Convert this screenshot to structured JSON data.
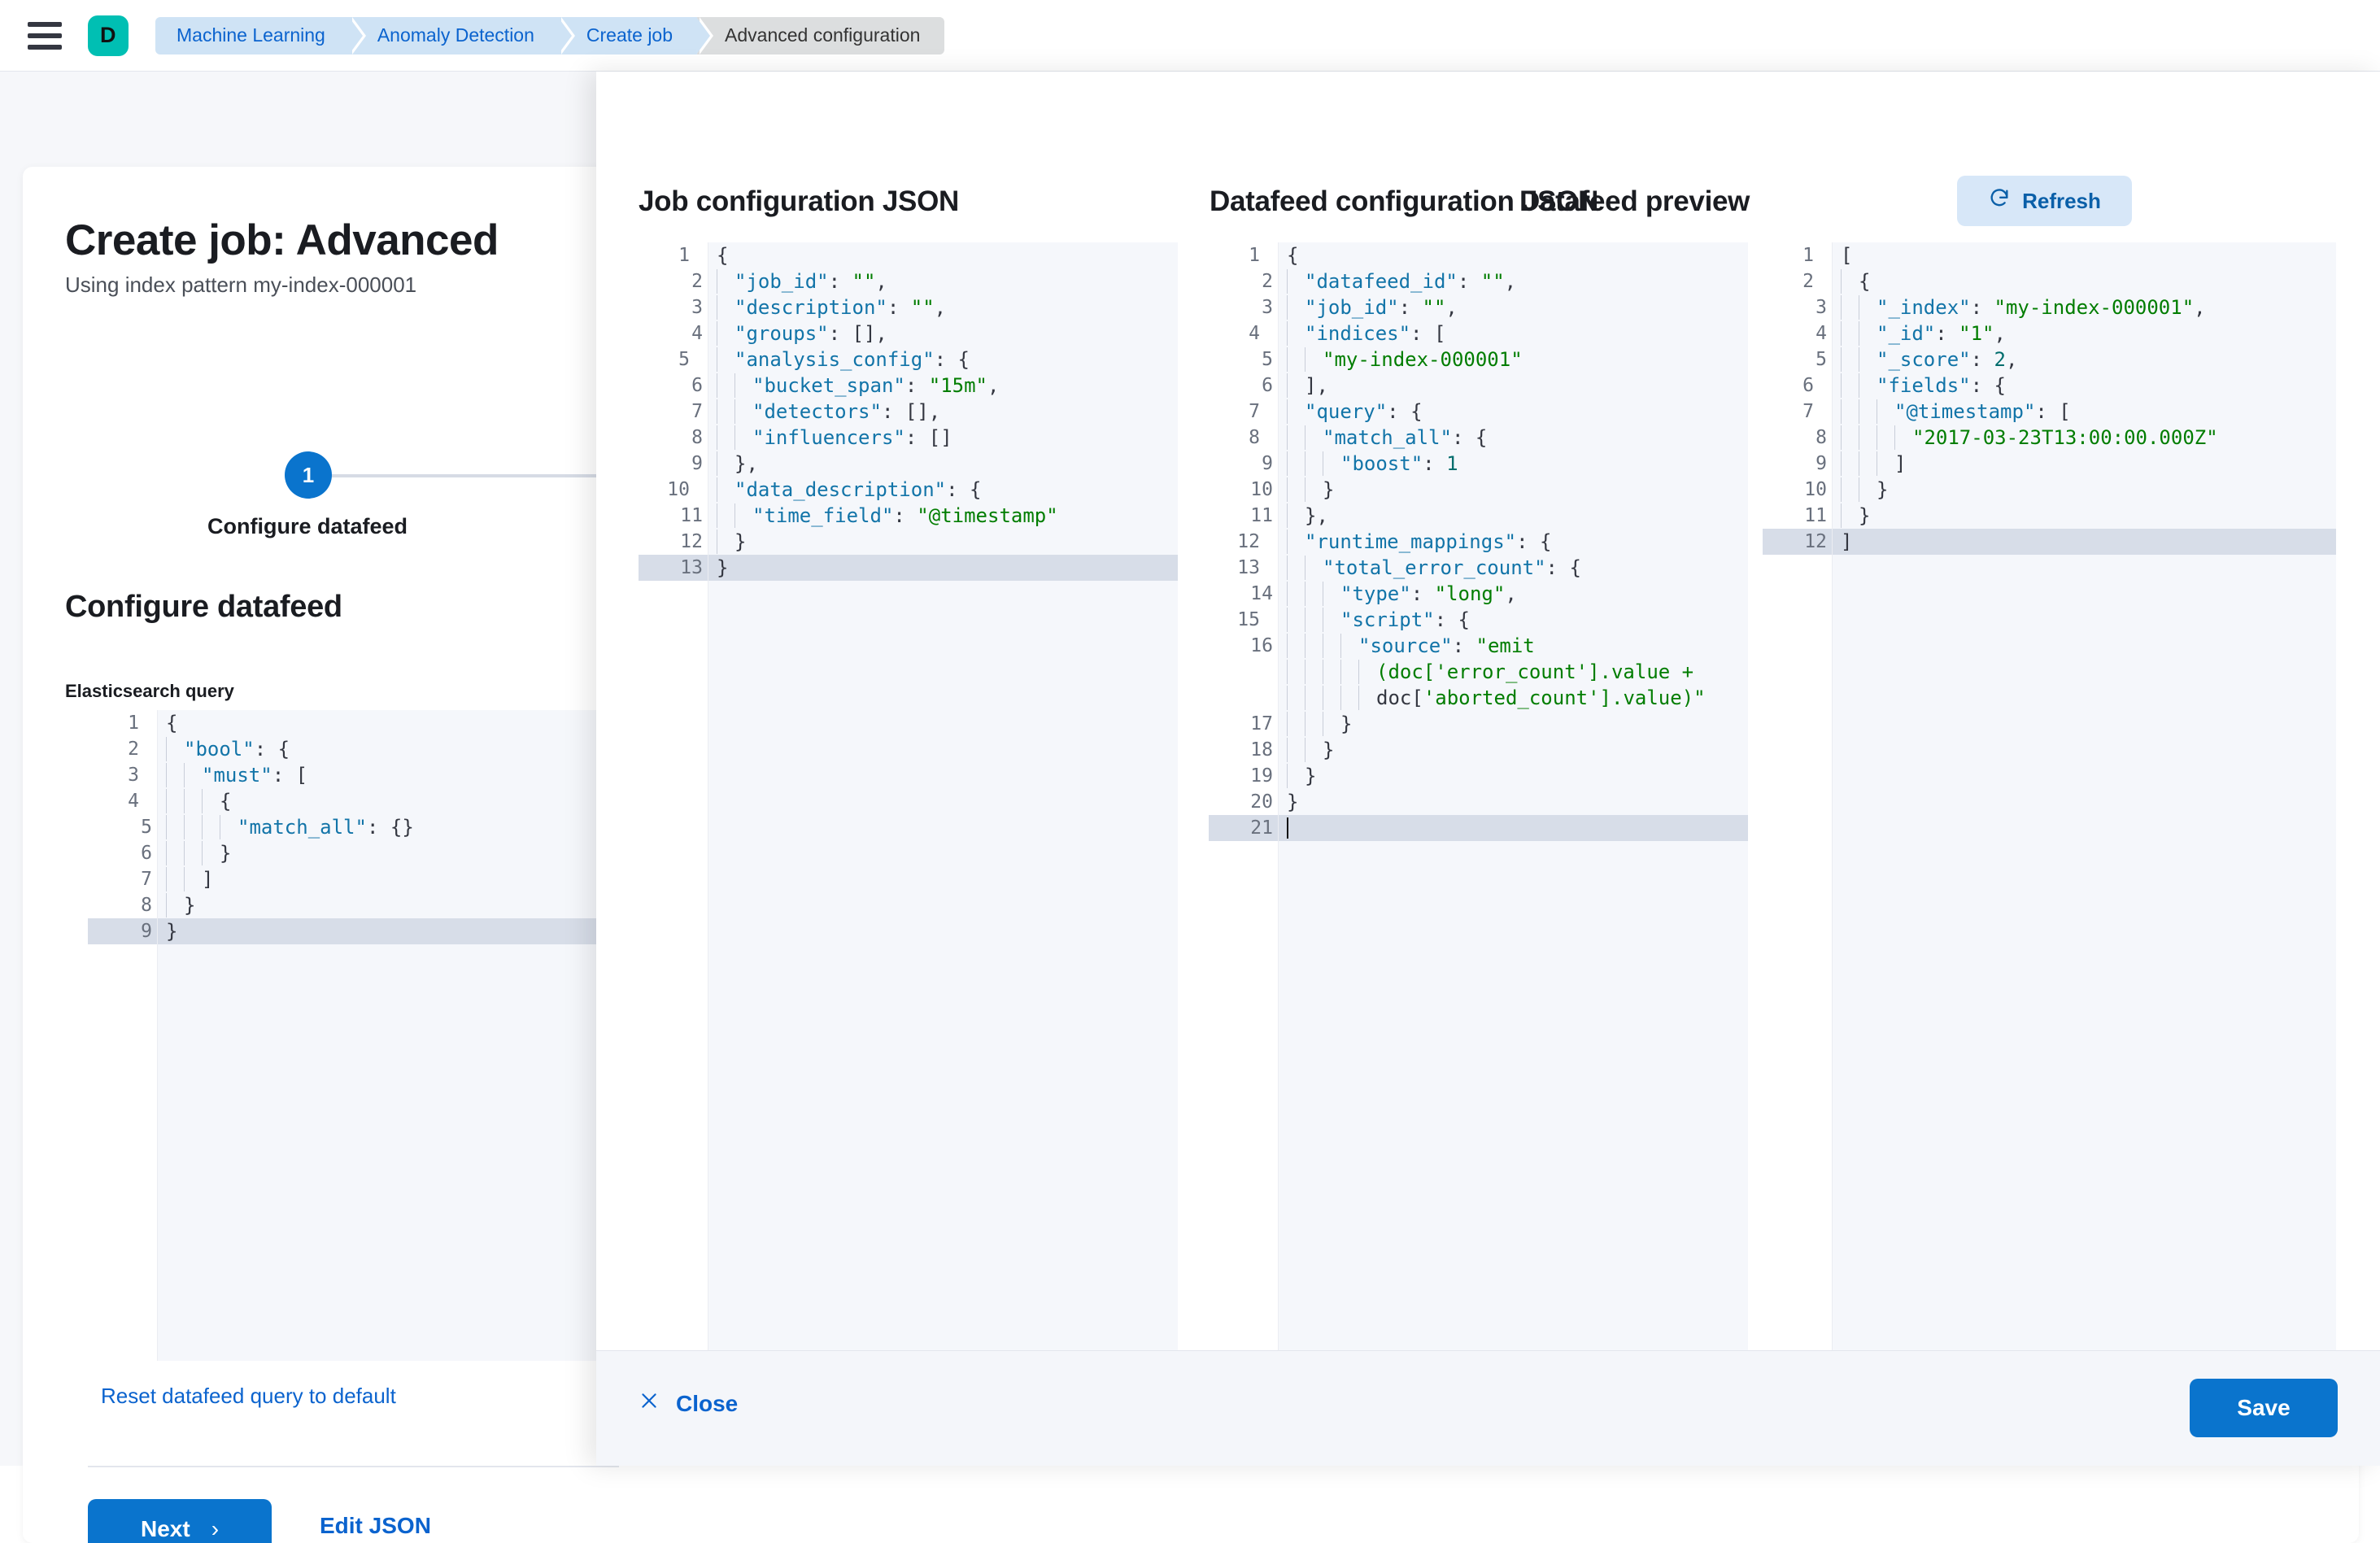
{
  "topbar": {
    "menu_icon": "hamburger-icon",
    "avatar_initial": "D",
    "breadcrumbs": [
      {
        "label": "Machine Learning",
        "active": false
      },
      {
        "label": "Anomaly Detection",
        "active": false
      },
      {
        "label": "Create job",
        "active": false
      },
      {
        "label": "Advanced configuration",
        "active": true
      }
    ]
  },
  "page": {
    "title": "Create job: Advanced",
    "subtitle": "Using index pattern my-index-000001",
    "step_number": "1",
    "step_label": "Configure datafeed",
    "section_title": "Configure datafeed",
    "query_label": "Elasticsearch query",
    "reset_link": "Reset datafeed query to default",
    "next_label": "Next",
    "next_chevron": "›",
    "edit_json_label": "Edit JSON"
  },
  "colors": {
    "accent_blue": "#0a74cd",
    "link_blue": "#0b63ce",
    "avatar_teal": "#00bfb3",
    "breadcrumb_blue": "#cfe3f5",
    "breadcrumb_gray": "#dcdedf",
    "editor_bg": "#f5f7fb",
    "active_line": "#d7dde8",
    "json_key": "#1274a8",
    "json_string": "#017d00",
    "json_number": "#016d6d"
  },
  "flyout": {
    "job_panel_title": "Job configuration JSON",
    "datafeed_panel_title": "Datafeed configuration JSON",
    "preview_panel_title": "Datafeed preview",
    "refresh_label": "Refresh",
    "refresh_icon": "refresh-icon",
    "close_label": "Close",
    "close_icon": "close-icon",
    "save_label": "Save"
  },
  "editors": {
    "elasticsearch_query": {
      "active_line": 9,
      "lines": [
        {
          "n": 1,
          "fold": true,
          "text": "{"
        },
        {
          "n": 2,
          "fold": true,
          "text": "  \"bool\": {"
        },
        {
          "n": 3,
          "fold": true,
          "text": "    \"must\": ["
        },
        {
          "n": 4,
          "fold": true,
          "text": "      {"
        },
        {
          "n": 5,
          "fold": false,
          "text": "        \"match_all\": {}"
        },
        {
          "n": 6,
          "fold": false,
          "text": "      }"
        },
        {
          "n": 7,
          "fold": false,
          "text": "    ]"
        },
        {
          "n": 8,
          "fold": false,
          "text": "  }"
        },
        {
          "n": 9,
          "fold": false,
          "text": "}"
        }
      ]
    },
    "job_configuration": {
      "active_line": 13,
      "lines": [
        {
          "n": 1,
          "fold": true,
          "text": "{"
        },
        {
          "n": 2,
          "fold": false,
          "text": "  \"job_id\": \"\","
        },
        {
          "n": 3,
          "fold": false,
          "text": "  \"description\": \"\","
        },
        {
          "n": 4,
          "fold": false,
          "text": "  \"groups\": [],"
        },
        {
          "n": 5,
          "fold": true,
          "text": "  \"analysis_config\": {"
        },
        {
          "n": 6,
          "fold": false,
          "text": "    \"bucket_span\": \"15m\","
        },
        {
          "n": 7,
          "fold": false,
          "text": "    \"detectors\": [],"
        },
        {
          "n": 8,
          "fold": false,
          "text": "    \"influencers\": []"
        },
        {
          "n": 9,
          "fold": false,
          "text": "  },"
        },
        {
          "n": 10,
          "fold": true,
          "text": "  \"data_description\": {"
        },
        {
          "n": 11,
          "fold": false,
          "text": "    \"time_field\": \"@timestamp\""
        },
        {
          "n": 12,
          "fold": false,
          "text": "  }"
        },
        {
          "n": 13,
          "fold": false,
          "text": "}"
        }
      ]
    },
    "datafeed_configuration": {
      "active_line": 21,
      "lines": [
        {
          "n": 1,
          "fold": true,
          "text": "{"
        },
        {
          "n": 2,
          "fold": false,
          "text": "  \"datafeed_id\": \"\","
        },
        {
          "n": 3,
          "fold": false,
          "text": "  \"job_id\": \"\","
        },
        {
          "n": 4,
          "fold": true,
          "text": "  \"indices\": ["
        },
        {
          "n": 5,
          "fold": false,
          "text": "    \"my-index-000001\""
        },
        {
          "n": 6,
          "fold": false,
          "text": "  ],"
        },
        {
          "n": 7,
          "fold": true,
          "text": "  \"query\": {"
        },
        {
          "n": 8,
          "fold": true,
          "text": "    \"match_all\": {"
        },
        {
          "n": 9,
          "fold": false,
          "text": "      \"boost\": 1"
        },
        {
          "n": 10,
          "fold": false,
          "text": "    }"
        },
        {
          "n": 11,
          "fold": false,
          "text": "  },"
        },
        {
          "n": 12,
          "fold": true,
          "text": "  \"runtime_mappings\": {"
        },
        {
          "n": 13,
          "fold": true,
          "text": "    \"total_error_count\": {"
        },
        {
          "n": 14,
          "fold": false,
          "text": "      \"type\": \"long\","
        },
        {
          "n": 15,
          "fold": true,
          "text": "      \"script\": {"
        },
        {
          "n": 16,
          "fold": false,
          "text": "        \"source\": \"emit"
        },
        {
          "n": "",
          "fold": false,
          "text": "          (doc['error_count'].value +",
          "cont": true
        },
        {
          "n": "",
          "fold": false,
          "text": "          doc['aborted_count'].value)\"",
          "cont": true
        },
        {
          "n": 17,
          "fold": false,
          "text": "      }"
        },
        {
          "n": 18,
          "fold": false,
          "text": "    }"
        },
        {
          "n": 19,
          "fold": false,
          "text": "  }"
        },
        {
          "n": 20,
          "fold": false,
          "text": "}"
        },
        {
          "n": 21,
          "fold": false,
          "text": ""
        }
      ]
    },
    "datafeed_preview": {
      "active_line": 12,
      "lines": [
        {
          "n": 1,
          "fold": true,
          "text": "["
        },
        {
          "n": 2,
          "fold": true,
          "text": "  {"
        },
        {
          "n": 3,
          "fold": false,
          "text": "    \"_index\": \"my-index-000001\","
        },
        {
          "n": 4,
          "fold": false,
          "text": "    \"_id\": \"1\","
        },
        {
          "n": 5,
          "fold": false,
          "text": "    \"_score\": 2,"
        },
        {
          "n": 6,
          "fold": true,
          "text": "    \"fields\": {"
        },
        {
          "n": 7,
          "fold": true,
          "text": "      \"@timestamp\": ["
        },
        {
          "n": 8,
          "fold": false,
          "text": "        \"2017-03-23T13:00:00.000Z\""
        },
        {
          "n": 9,
          "fold": false,
          "text": "      ]"
        },
        {
          "n": 10,
          "fold": false,
          "text": "    }"
        },
        {
          "n": 11,
          "fold": false,
          "text": "  }"
        },
        {
          "n": 12,
          "fold": false,
          "text": "]"
        }
      ]
    }
  }
}
